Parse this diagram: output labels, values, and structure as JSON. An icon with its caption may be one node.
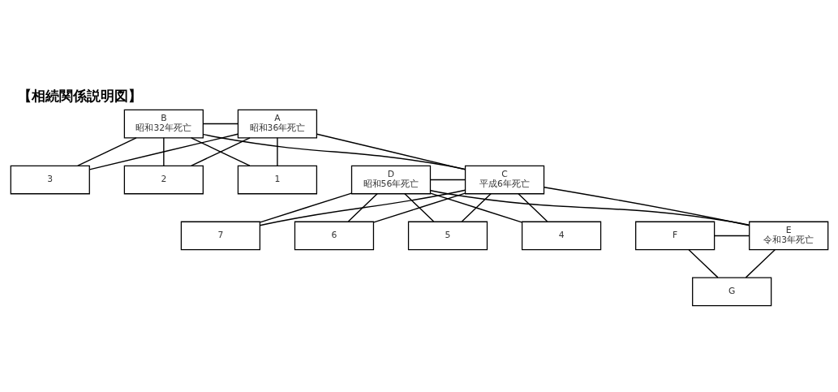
{
  "diagram": {
    "title": "【相続関係説明図】",
    "nodes": [
      {
        "text": [
          "B",
          "昭和32年死亡"
        ]
      },
      {
        "text": [
          "A",
          "昭和36年死亡"
        ]
      },
      {
        "text": [
          "3"
        ]
      },
      {
        "text": [
          "2"
        ]
      },
      {
        "text": [
          "1"
        ]
      },
      {
        "text": [
          "D",
          "昭和56年死亡"
        ]
      },
      {
        "text": [
          "C",
          "平成6年死亡"
        ]
      },
      {
        "text": [
          "7"
        ]
      },
      {
        "text": [
          "6"
        ]
      },
      {
        "text": [
          "5"
        ]
      },
      {
        "text": [
          "4"
        ]
      },
      {
        "text": [
          "F"
        ]
      },
      {
        "text": [
          "E",
          "令和3年死亡"
        ]
      },
      {
        "text": [
          "G"
        ]
      }
    ],
    "edges": [
      {
        "from": 0,
        "to": 1,
        "arrow": "none"
      },
      {
        "from": 0,
        "to": 2,
        "arrow": "none"
      },
      {
        "from": 1,
        "to": 2,
        "arrow": "none"
      },
      {
        "from": 0,
        "to": 3,
        "arrow": "none"
      },
      {
        "from": 1,
        "to": 3,
        "arrow": "none"
      },
      {
        "from": 0,
        "to": 4,
        "arrow": "none"
      },
      {
        "from": 1,
        "to": 4,
        "arrow": "none"
      },
      {
        "from": 0,
        "to": 6,
        "arrow": "none"
      },
      {
        "from": 1,
        "to": 6,
        "arrow": "none"
      },
      {
        "from": 5,
        "to": 6,
        "arrow": "none"
      },
      {
        "from": 5,
        "to": 7,
        "arrow": "none"
      },
      {
        "from": 6,
        "to": 7,
        "arrow": "none"
      },
      {
        "from": 5,
        "to": 8,
        "arrow": "none"
      },
      {
        "from": 6,
        "to": 8,
        "arrow": "none"
      },
      {
        "from": 5,
        "to": 9,
        "arrow": "none"
      },
      {
        "from": 6,
        "to": 9,
        "arrow": "none"
      },
      {
        "from": 5,
        "to": 10,
        "arrow": "none"
      },
      {
        "from": 6,
        "to": 10,
        "arrow": "none"
      },
      {
        "from": 5,
        "to": 12,
        "arrow": "none"
      },
      {
        "from": 6,
        "to": 12,
        "arrow": "none"
      },
      {
        "from": 11,
        "to": 12,
        "arrow": "none"
      },
      {
        "from": 11,
        "to": 13,
        "arrow": "none"
      },
      {
        "from": 12,
        "to": 13,
        "arrow": "none"
      }
    ]
  }
}
